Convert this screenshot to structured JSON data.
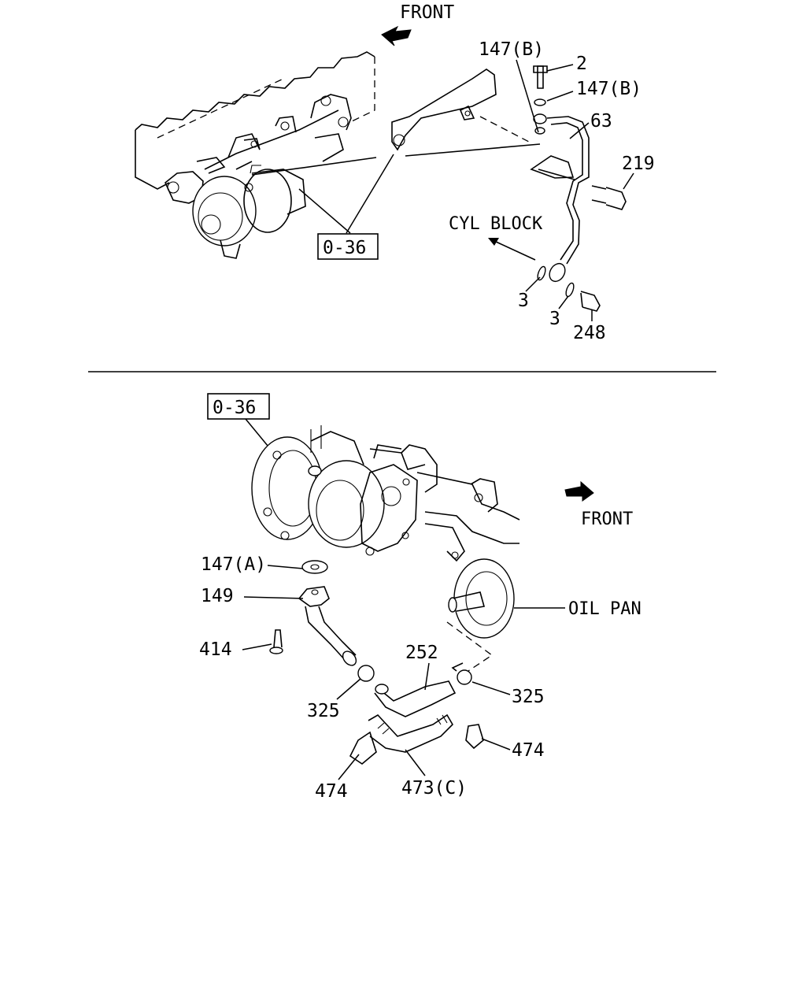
{
  "upper_view": {
    "front_label": "FRONT",
    "cyl_block_label": "CYL BLOCK",
    "ref_box": "0-36",
    "callouts": {
      "p147b_top": "147(B)",
      "p2": "2",
      "p147b_right": "147(B)",
      "p63": "63",
      "p219": "219",
      "p3_left": "3",
      "p3_right": "3",
      "p248": "248"
    }
  },
  "lower_view": {
    "ref_box": "0-36",
    "front_label": "FRONT",
    "oil_pan_label": "OIL PAN",
    "callouts": {
      "p147a": "147(A)",
      "p149": "149",
      "p414": "414",
      "p325_left": "325",
      "p252": "252",
      "p325_right": "325",
      "p474_right": "474",
      "p474_left": "474",
      "p473c": "473(C)"
    }
  }
}
